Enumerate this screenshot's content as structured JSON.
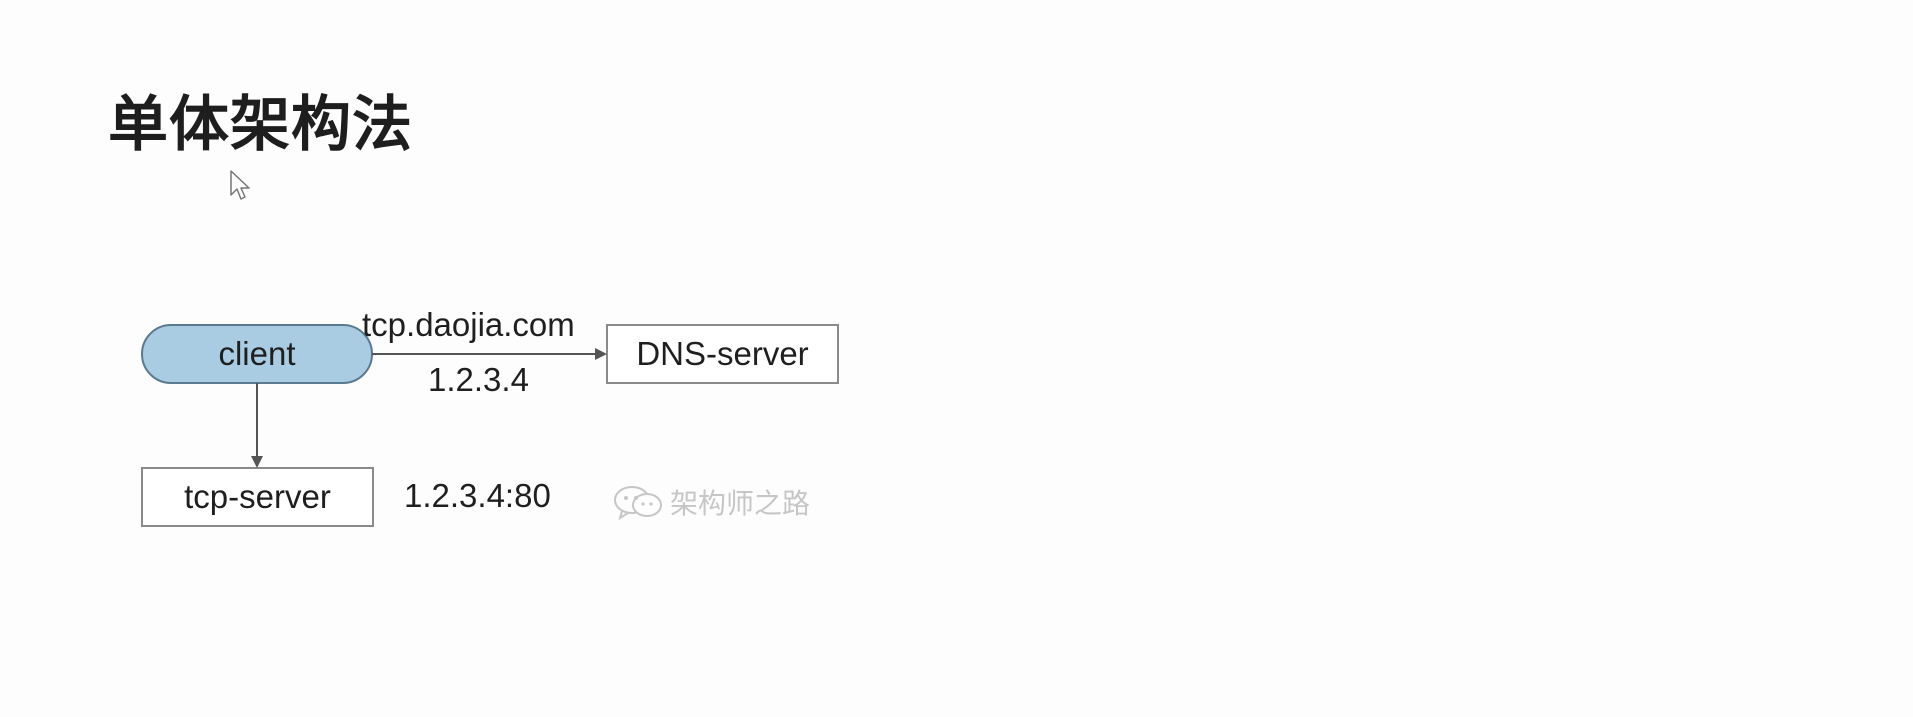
{
  "slide": {
    "title": "单体架构法"
  },
  "diagram": {
    "nodes": {
      "client": "client",
      "dns_server": "DNS-server",
      "tcp_server": "tcp-server"
    },
    "edges": {
      "client_to_dns": {
        "label_above": "tcp.daojia.com",
        "label_below": "1.2.3.4"
      },
      "client_to_tcp": {
        "label_side": "1.2.3.4:80"
      }
    },
    "colors": {
      "client_fill": "#a9cce3",
      "client_stroke": "#5b7a90",
      "box_stroke": "#8a8a8a",
      "arrow": "#555555"
    }
  },
  "watermark": {
    "icon": "wechat-icon",
    "text": "架构师之路"
  },
  "cursor": {
    "icon": "mouse-pointer-icon"
  }
}
